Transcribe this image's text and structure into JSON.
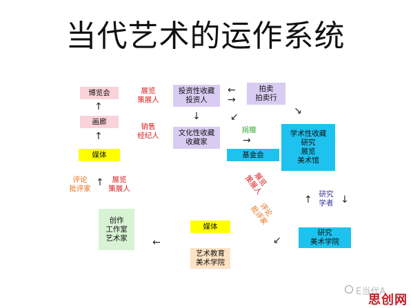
{
  "title": "当代艺术的运作系统",
  "boxes": {
    "museum_hall": "博览会",
    "gallery": "画廊",
    "media_left": "媒体",
    "investment_collecting": "投资性收藏\n投资人",
    "auction": "拍卖\n拍卖行",
    "cultural_collecting": "文化性收藏\n收藏家",
    "foundation": "基金会",
    "academic_collecting": "学术性收藏\n研究\n展览\n美术馆",
    "studio": "创作\n工作室\n艺术家",
    "media_bottom": "媒体",
    "research_academy": "研究\n美术学院",
    "art_education": "艺术教育\n美术学院"
  },
  "labels": {
    "exhibition_curator_top": "展览\n策展人",
    "sales_agent": "销售\n经纪人",
    "critic_left": "评论\n批评家",
    "exhibition_curator_left": "展览\n策展人",
    "donation": "捐赠",
    "exhibition_curator_diag": "展览\n策展人",
    "critic_diag": "评论\n批评家",
    "research_scholar": "研究\n学者"
  },
  "arrows": {
    "up": "↑",
    "down": "↓",
    "left": "←",
    "right": "→",
    "down_right": "↘",
    "down_left": "↙"
  },
  "watermark": {
    "text": "E当代A",
    "logo": "思创网"
  },
  "colors": {
    "pink": "#f9d3d9",
    "lilac": "#d9ccf2",
    "yellow": "#ffff00",
    "cyan": "#1ec2ee",
    "green": "#d8f2d4",
    "peach": "#fde2c4",
    "red_text": "#d81a1a",
    "orange_text": "#e8701a",
    "green_text": "#38a832",
    "navy_text": "#333399"
  }
}
